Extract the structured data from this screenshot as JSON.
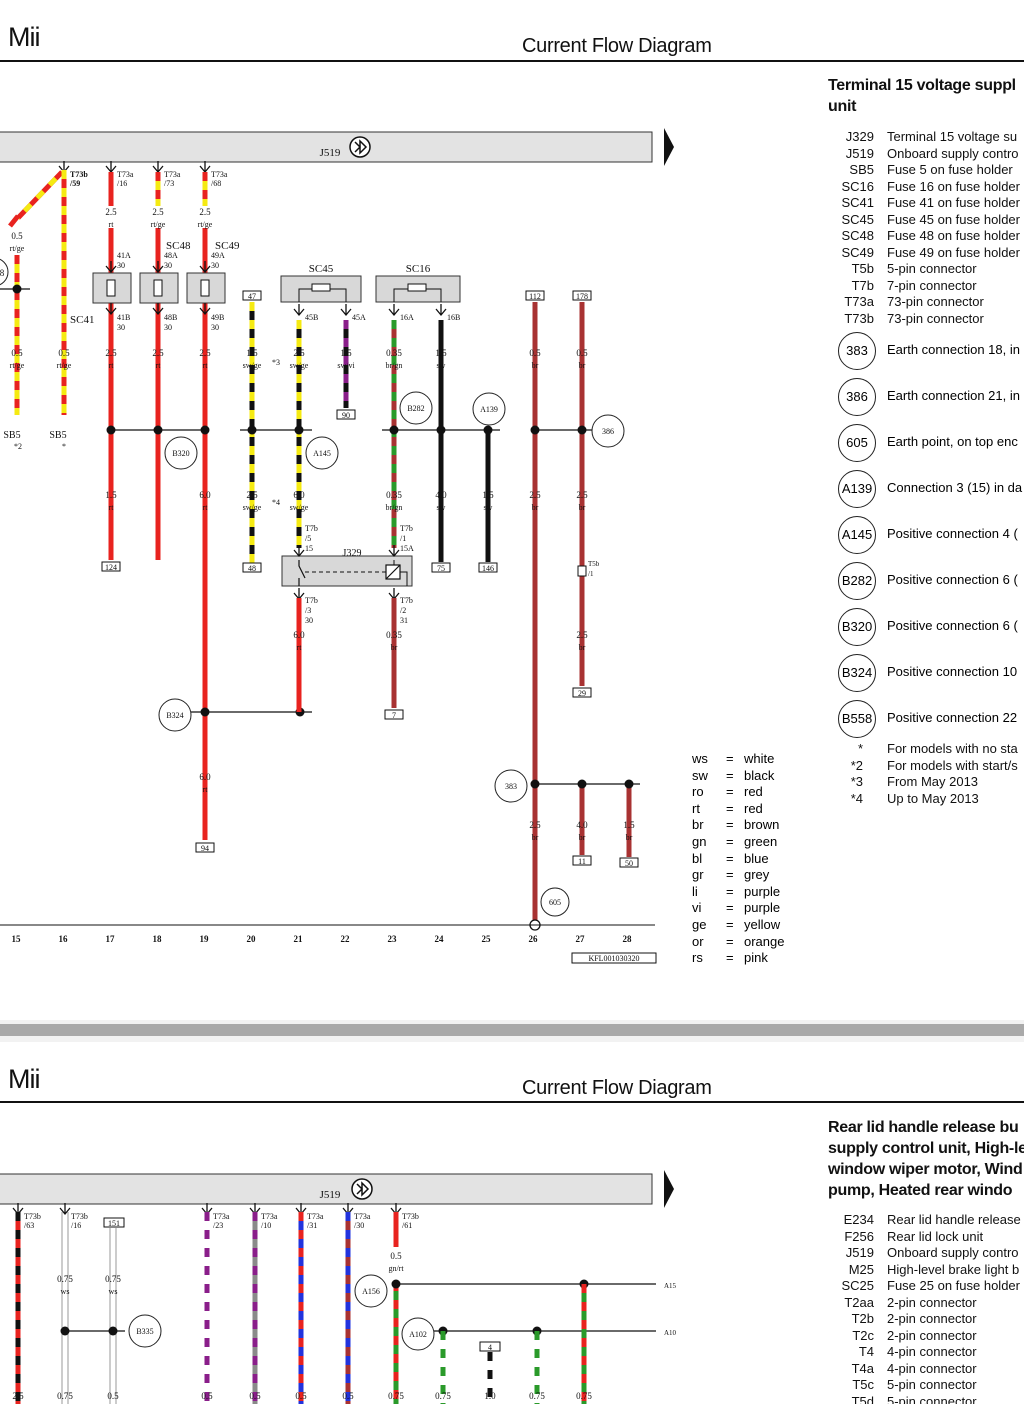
{
  "page1": {
    "brand": "Mii",
    "title": "Current Flow Diagram",
    "section_title": [
      "Terminal 15 voltage suppl",
      "unit"
    ],
    "component_label": "J519",
    "doc_number": "KFL001030320",
    "legend": [
      {
        "code": "J329",
        "desc": "Terminal 15 voltage su"
      },
      {
        "code": "J519",
        "desc": "Onboard supply contro"
      },
      {
        "code": "SB5",
        "desc": "Fuse 5 on fuse holder"
      },
      {
        "code": "SC16",
        "desc": "Fuse 16 on fuse holder"
      },
      {
        "code": "SC41",
        "desc": "Fuse 41 on fuse holder"
      },
      {
        "code": "SC45",
        "desc": "Fuse 45 on fuse holder"
      },
      {
        "code": "SC48",
        "desc": "Fuse 48 on fuse holder"
      },
      {
        "code": "SC49",
        "desc": "Fuse 49 on fuse holder"
      },
      {
        "code": "T5b",
        "desc": "5-pin connector"
      },
      {
        "code": "T7b",
        "desc": "7-pin connector"
      },
      {
        "code": "T73a",
        "desc": "73-pin connector"
      },
      {
        "code": "T73b",
        "desc": "73-pin connector"
      }
    ],
    "circles": [
      {
        "code": "383",
        "desc": "Earth connection 18, in"
      },
      {
        "code": "386",
        "desc": "Earth connection 21, in"
      },
      {
        "code": "605",
        "desc": "Earth point, on top enc"
      },
      {
        "code": "A139",
        "desc": "Connection 3 (15) in da"
      },
      {
        "code": "A145",
        "desc": "Positive connection 4 ("
      },
      {
        "code": "B282",
        "desc": "Positive connection 6 ("
      },
      {
        "code": "B320",
        "desc": "Positive connection 6 ("
      },
      {
        "code": "B324",
        "desc": "Positive connection 10"
      },
      {
        "code": "B558",
        "desc": "Positive connection 22"
      }
    ],
    "notes": [
      {
        "mark": "*",
        "desc": "For models with no sta"
      },
      {
        "mark": "*2",
        "desc": "For models with start/s"
      },
      {
        "mark": "*3",
        "desc": "From May 2013"
      },
      {
        "mark": "*4",
        "desc": "Up to May 2013"
      }
    ],
    "colour_key": [
      {
        "abbr": "ws",
        "eq": "=",
        "name": "white"
      },
      {
        "abbr": "sw",
        "eq": "=",
        "name": "black"
      },
      {
        "abbr": "ro",
        "eq": "=",
        "name": "red"
      },
      {
        "abbr": "rt",
        "eq": "=",
        "name": "red"
      },
      {
        "abbr": "br",
        "eq": "=",
        "name": "brown"
      },
      {
        "abbr": "gn",
        "eq": "=",
        "name": "green"
      },
      {
        "abbr": "bl",
        "eq": "=",
        "name": "blue"
      },
      {
        "abbr": "gr",
        "eq": "=",
        "name": "grey"
      },
      {
        "abbr": "li",
        "eq": "=",
        "name": "purple"
      },
      {
        "abbr": "vi",
        "eq": "=",
        "name": "purple"
      },
      {
        "abbr": "ge",
        "eq": "=",
        "name": "yellow"
      },
      {
        "abbr": "or",
        "eq": "=",
        "name": "orange"
      },
      {
        "abbr": "rs",
        "eq": "=",
        "name": "pink"
      }
    ],
    "columns": [
      "15",
      "16",
      "17",
      "18",
      "19",
      "20",
      "21",
      "22",
      "23",
      "24",
      "25",
      "26",
      "27",
      "28"
    ],
    "wire_colors": {
      "rt": "#e8231f",
      "ge": "#f5ea12",
      "sw": "#111111",
      "br": "#a83232",
      "gn": "#2a9a2a",
      "vi": "#8a1e8a",
      "bl": "#2233dd",
      "gr": "#8a8a8a",
      "ws": "#ffffff"
    },
    "labels": {
      "t73b_59": [
        "T73b",
        "/59"
      ],
      "t73a_16": [
        "T73a",
        "/16"
      ],
      "t73a_73": [
        "T73a",
        "/73"
      ],
      "t73a_68": [
        "T73a",
        "/68"
      ],
      "sc41": "SC41",
      "sc48": "SC48",
      "sc49": "SC49",
      "sc45": "SC45",
      "sc16": "SC16",
      "sb5a": "SB5",
      "sb5b": "SB5",
      "sb5a_note": "*2",
      "sb5b_note": "*",
      "pin_41a": [
        "41A",
        "30"
      ],
      "pin_48a": [
        "48A",
        "30"
      ],
      "pin_49a": [
        "49A",
        "30"
      ],
      "pin_41b": [
        "41B",
        "30"
      ],
      "pin_48b": [
        "48B",
        "30"
      ],
      "pin_49b": [
        "49B",
        "30"
      ],
      "pin_45b": "45B",
      "pin_45a": "45A",
      "pin_16a": "16A",
      "pin_16b": "16B",
      "j329": "J329",
      "t7b_5": [
        "T7b",
        "/5",
        "15"
      ],
      "t7b_1": [
        "T7b",
        "/1",
        "15A"
      ],
      "t7b_3": [
        "T7b",
        "/3",
        "30"
      ],
      "t7b_2": [
        "T7b",
        "/2",
        "31"
      ],
      "t5b_1": [
        "T5b",
        "/1"
      ],
      "note3": "*3",
      "note4": "*4",
      "edge_8": "8"
    },
    "wire_labels": [
      [
        "0.5",
        "rt/ge"
      ],
      [
        "2.5",
        "rt"
      ],
      [
        "2.5",
        "rt/ge"
      ],
      [
        "2.5",
        "rt/ge"
      ],
      [
        "0.5",
        "rt/ge"
      ],
      [
        "0.5",
        "rt/ge"
      ],
      [
        "2.5",
        "rt"
      ],
      [
        "2.5",
        "rt"
      ],
      [
        "2.5",
        "rt"
      ],
      [
        "1.5",
        "sw/ge"
      ],
      [
        "2.5",
        "sw/ge"
      ],
      [
        "1.5",
        "sw/vi"
      ],
      [
        "0.35",
        "br/gn"
      ],
      [
        "1.5",
        "sw"
      ],
      [
        "0.5",
        "br"
      ],
      [
        "0.5",
        "br"
      ],
      [
        "1.5",
        "rt"
      ],
      [
        "6.0",
        "rt"
      ],
      [
        "2.5",
        "sw/ge"
      ],
      [
        "6.0",
        "sw/ge"
      ],
      [
        "0.35",
        "br/gn"
      ],
      [
        "4.0",
        "sw"
      ],
      [
        "1.5",
        "sw"
      ],
      [
        "2.5",
        "br"
      ],
      [
        "2.5",
        "br"
      ],
      [
        "6.0",
        "rt"
      ],
      [
        "0.35",
        "br"
      ],
      [
        "2.5",
        "br"
      ],
      [
        "6.0",
        "rt"
      ],
      [
        "2.5",
        "br"
      ],
      [
        "4.0",
        "br"
      ],
      [
        "1.5",
        "br"
      ]
    ],
    "term_boxes": [
      "47",
      "112",
      "178",
      "90",
      "124",
      "48",
      "75",
      "146",
      "7",
      "29",
      "94",
      "11",
      "50"
    ],
    "nodes": [
      "B320",
      "A145",
      "B282",
      "A139",
      "386",
      "B324",
      "383",
      "605"
    ]
  },
  "page2": {
    "brand": "Mii",
    "title": "Current Flow Diagram",
    "section_title": [
      "Rear lid handle release bu",
      "supply control unit, High-le",
      "window wiper motor, Wind",
      "pump, Heated rear windo"
    ],
    "component_label": "J519",
    "legend": [
      {
        "code": "E234",
        "desc": "Rear lid handle release"
      },
      {
        "code": "F256",
        "desc": "Rear lid lock unit"
      },
      {
        "code": "J519",
        "desc": "Onboard supply contro"
      },
      {
        "code": "M25",
        "desc": "High-level brake light b"
      },
      {
        "code": "SC25",
        "desc": "Fuse 25 on fuse holder"
      },
      {
        "code": "T2aa",
        "desc": "2-pin connector"
      },
      {
        "code": "T2b",
        "desc": "2-pin connector"
      },
      {
        "code": "T2c",
        "desc": "2-pin connector"
      },
      {
        "code": "T4",
        "desc": "4-pin connector"
      },
      {
        "code": "T4a",
        "desc": "4-pin connector"
      },
      {
        "code": "T5c",
        "desc": "5-pin connector"
      },
      {
        "code": "T5d",
        "desc": "5-pin connector"
      }
    ],
    "labels": {
      "t73b_63": [
        "T73b",
        "/63"
      ],
      "t73b_16": [
        "T73b",
        "/16"
      ],
      "t73a_23": [
        "T73a",
        "/23"
      ],
      "t73a_10": [
        "T73a",
        "/10"
      ],
      "t73a_31": [
        "T73a",
        "/31"
      ],
      "t73a_30": [
        "T73a",
        "/30"
      ],
      "t73b_61": [
        "T73b",
        "/61"
      ],
      "box_151": "151",
      "box_4": "4",
      "a15_edge": "A15",
      "a10_edge": "A10"
    },
    "wire_labels": [
      [
        "0.75",
        "ws"
      ],
      [
        "0.75",
        "ws"
      ],
      [
        "0.5",
        "gn/rt"
      ]
    ],
    "bottom_labels": [
      "2.5",
      "0.75",
      "0.5",
      "0.5",
      "0.5",
      "0.5",
      "0.5",
      "0.75",
      "0.75",
      "1.0",
      "0.75",
      "0.75"
    ],
    "nodes": [
      "B335",
      "A156",
      "A102"
    ]
  }
}
